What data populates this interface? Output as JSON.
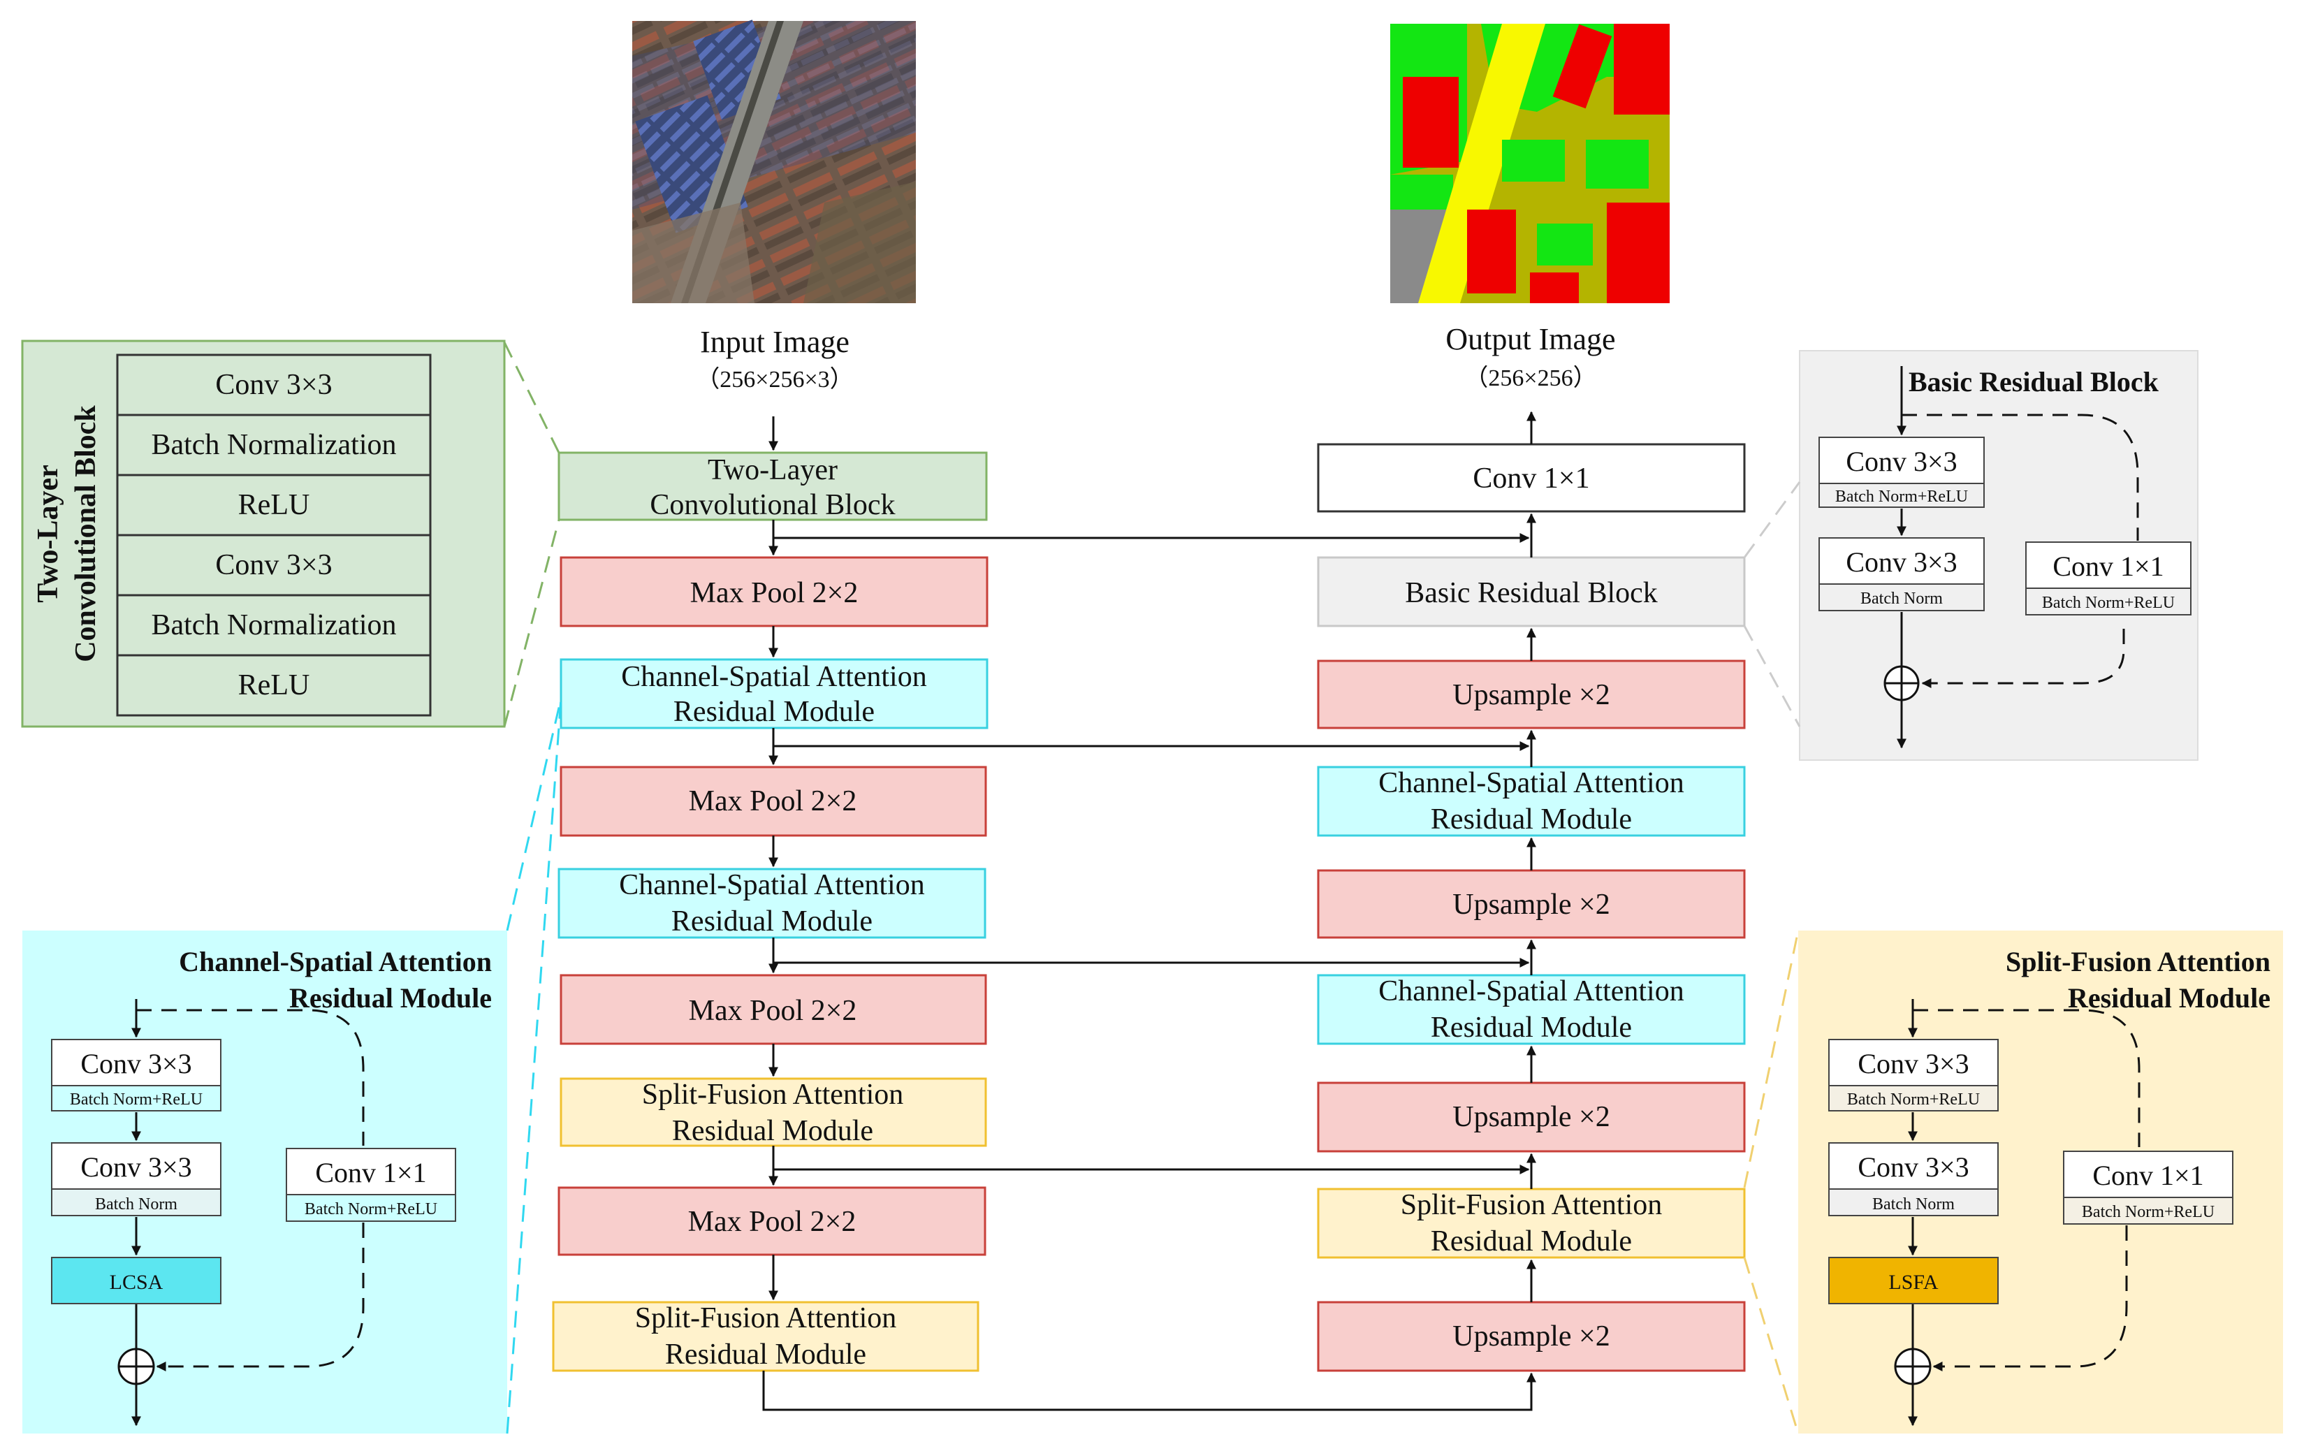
{
  "input_image": {
    "label": "Input Image",
    "size": "（256×256×3）"
  },
  "output_image": {
    "label": "Output Image",
    "size": "（256×256）"
  },
  "encoder": {
    "b1": [
      "Two-Layer",
      "Convolutional Block"
    ],
    "b2": "Max Pool 2×2",
    "b3": [
      "Channel-Spatial Attention",
      "Residual Module"
    ],
    "b4": "Max Pool 2×2",
    "b5": [
      "Channel-Spatial Attention",
      "Residual Module"
    ],
    "b6": "Max Pool 2×2",
    "b7": [
      "Split-Fusion Attention",
      "Residual Module"
    ],
    "b8": "Max Pool 2×2",
    "b9": [
      "Split-Fusion Attention",
      "Residual Module"
    ]
  },
  "decoder": {
    "d1": "Conv 1×1",
    "d2": "Basic Residual Block",
    "d3": "Upsample ×2",
    "d4": [
      "Channel-Spatial Attention",
      "Residual Module"
    ],
    "d5": "Upsample ×2",
    "d6": [
      "Channel-Spatial Attention",
      "Residual Module"
    ],
    "d7": "Upsample ×2",
    "d8": [
      "Split-Fusion Attention",
      "Residual Module"
    ],
    "d9": "Upsample ×2"
  },
  "two_layer_panel": {
    "title": [
      "Two-Layer",
      "Convolutional Block"
    ],
    "rows": [
      "Conv 3×3",
      "Batch Normalization",
      "ReLU",
      "Conv 3×3",
      "Batch Normalization",
      "ReLU"
    ]
  },
  "basic_residual_panel": {
    "title": "Basic Residual Block",
    "conv_a": "Conv 3×3",
    "conv_a_sub": "Batch Norm+ReLU",
    "conv_b": "Conv 3×3",
    "conv_b_sub": "Batch Norm",
    "conv_c": "Conv 1×1",
    "conv_c_sub": "Batch Norm+ReLU"
  },
  "csa_panel": {
    "title": [
      "Channel-Spatial Attention",
      "Residual Module"
    ],
    "conv_a": "Conv 3×3",
    "conv_a_sub": "Batch Norm+ReLU",
    "conv_b": "Conv 3×3",
    "conv_b_sub": "Batch Norm",
    "conv_c": "Conv 1×1",
    "conv_c_sub": "Batch Norm+ReLU",
    "attn": "LCSA"
  },
  "sfa_panel": {
    "title": [
      "Split-Fusion Attention",
      "Residual Module"
    ],
    "conv_a": "Conv 3×3",
    "conv_a_sub": "Batch Norm+ReLU",
    "conv_b": "Conv 3×3",
    "conv_b_sub": "Batch Norm",
    "conv_c": "Conv 1×1",
    "conv_c_sub": "Batch Norm+ReLU",
    "attn": "LSFA"
  },
  "colors": {
    "conv_block": "#d5e8d4",
    "pool": "#f8cecc",
    "csa": "#ccffff",
    "sfa": "#fff2cc",
    "basic": "#f0f0f0",
    "lcsa": "#5ce6f0",
    "lsfa": "#f0b400"
  }
}
